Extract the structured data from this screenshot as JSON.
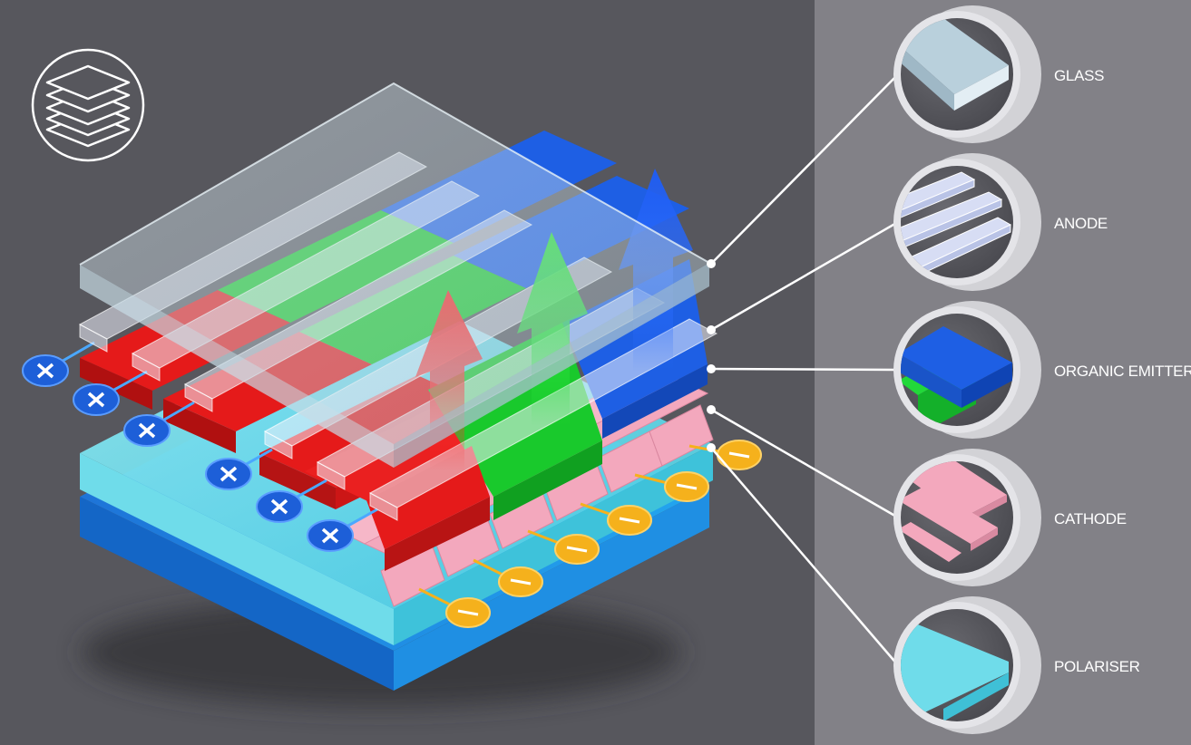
{
  "layers": [
    {
      "id": "glass",
      "label": "GLASS"
    },
    {
      "id": "anode",
      "label": "ANODE"
    },
    {
      "id": "organic-emitters",
      "label": "ORGANIC EMITTERS"
    },
    {
      "id": "cathode",
      "label": "CATHODE"
    },
    {
      "id": "polariser",
      "label": "POLARISER"
    }
  ],
  "colors": {
    "background": "#57575d",
    "side_panel": "#828187",
    "glass": "#c8dbe6",
    "anode": "#dfe3f5",
    "emitter_red": "#e51a1a",
    "emitter_green": "#19c92c",
    "emitter_blue": "#1e5fe4",
    "cathode": "#f3a8bd",
    "polariser": "#4fd4e6",
    "substrate": "#1a8ee8",
    "negative_terminal": "#f5b11c",
    "positive_terminal": "#1d5fd8"
  },
  "terminals": {
    "positive_symbol": "✕",
    "negative_symbol": "−"
  },
  "icons": {
    "top_left": "layers-icon"
  }
}
